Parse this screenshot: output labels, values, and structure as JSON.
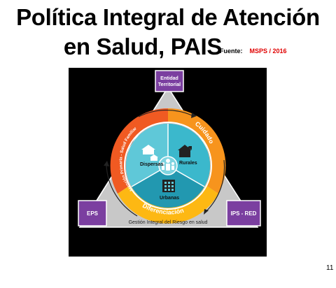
{
  "title": {
    "line1": "Política Integral de Atención",
    "line2": "en Salud, PAIS"
  },
  "source": {
    "label": "Fuente:",
    "value": "MSPS / 2016"
  },
  "page_number": "11",
  "diagram": {
    "top_box": [
      "Entidad",
      "Territorial"
    ],
    "left_box": "EPS",
    "right_box": "IPS - RED",
    "ring": {
      "left_arc": "Atención Primaria - Salud Familiar",
      "right_arc": "Cuidado",
      "bottom_arc": "Diferenciación"
    },
    "inner": {
      "dispersas": "Dispersas",
      "rurales": "Rurales",
      "urbanas": "Urbanas"
    },
    "bottom_label": "Gestión Integral del Riesgo en salud",
    "colors": {
      "panel": "#000000",
      "triangle": "#c8c8c8",
      "box": "#7b3fa0",
      "orange_red": "#f05a22",
      "orange": "#f7941d",
      "yellow": "#fdb813",
      "teal_light": "#5fc8d8",
      "teal": "#2aa8c0"
    }
  }
}
